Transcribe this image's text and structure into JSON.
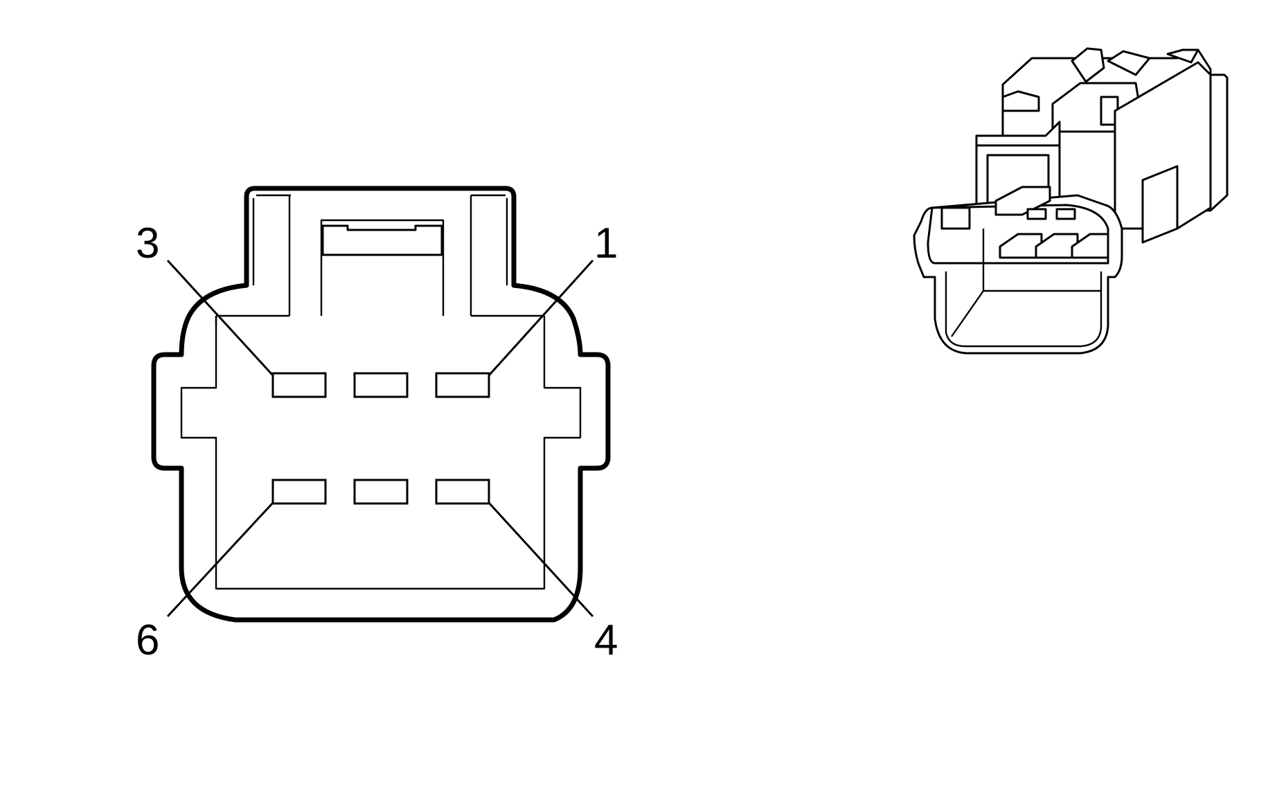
{
  "diagram": {
    "face_view": {
      "pin_labels": [
        "3",
        "1",
        "6",
        "4"
      ]
    }
  }
}
